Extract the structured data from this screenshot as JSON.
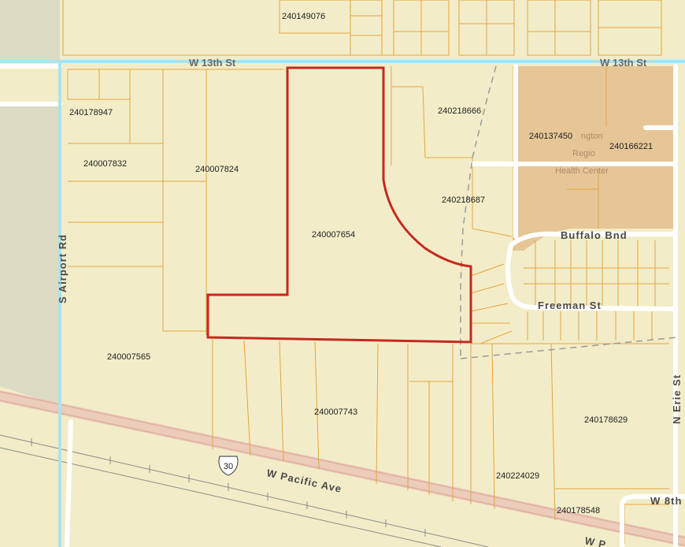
{
  "map": {
    "colors": {
      "background": "#f2edc8",
      "parcel_line": "#e8a33c",
      "selected_parcel": "#c8281e",
      "street_blue": "#a8e4f0",
      "road_white": "#ffffff",
      "hospital_fill": "#e6c696",
      "highway_pink": "#e8c4b4",
      "rail": "#8c8c8c",
      "vacant_gray": "#dcdbc4"
    },
    "parcels": {
      "p_240149076": "240149076",
      "p_240178947": "240178947",
      "p_240007832": "240007832",
      "p_240007824": "240007824",
      "p_240007654": "240007654",
      "p_240218666": "240218666",
      "p_240218687": "240218687",
      "p_240137450": "240137450",
      "p_240166221": "240166221",
      "p_240007565": "240007565",
      "p_240007743": "240007743",
      "p_240178629": "240178629",
      "p_240224029": "240224029",
      "p_240178548": "240178548"
    },
    "streets": {
      "w13_left": "W 13th St",
      "w13_right": "W 13th St",
      "airport": "S Airport Rd",
      "buffalo": "Buffalo Bnd",
      "freeman": "Freeman St",
      "erie": "N Erie St",
      "pacific": "W Pacific Ave",
      "w8th": "W 8th",
      "bottom_right": "W P"
    },
    "facility": {
      "line1": "ngton",
      "line2": "Regio",
      "line3": "Health Center"
    },
    "route_shield": "30"
  }
}
